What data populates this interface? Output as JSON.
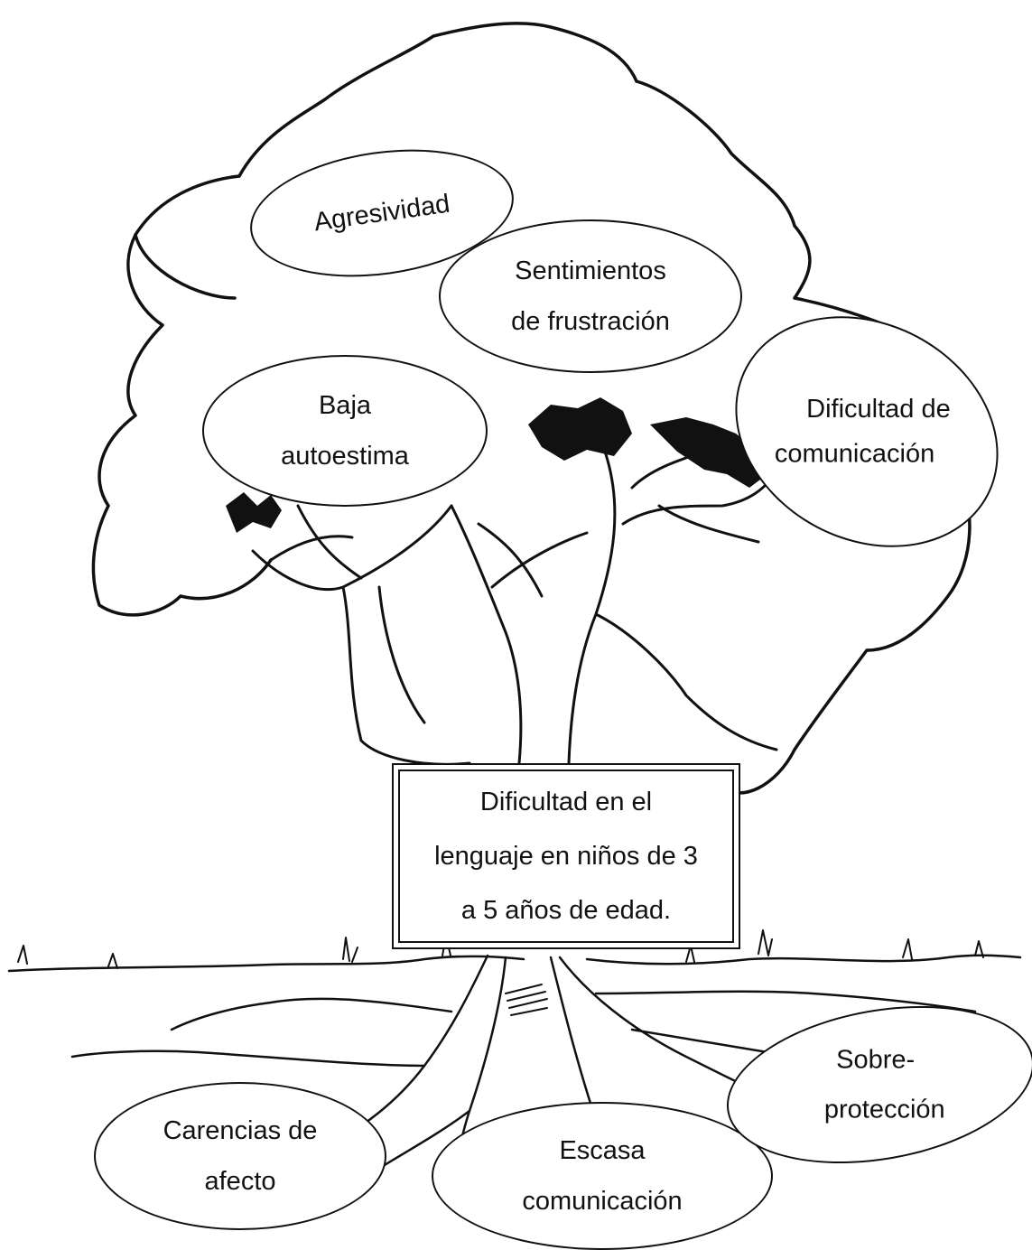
{
  "effects": {
    "agresividad": "Agresividad",
    "frustracion": [
      "Sentimientos",
      "de frustración"
    ],
    "autoestima": [
      "Baja",
      "autoestima"
    ],
    "comunicacion": [
      "Dificultad de",
      "comunicación"
    ]
  },
  "problem": [
    "Dificultad en el",
    "lenguaje en niños de 3",
    "a 5 años de edad."
  ],
  "causes": {
    "afecto": [
      "Carencias de",
      "afecto"
    ],
    "escasa": [
      "Escasa",
      "comunicación"
    ],
    "sobreproteccion": [
      "Sobre-",
      "protección"
    ]
  }
}
